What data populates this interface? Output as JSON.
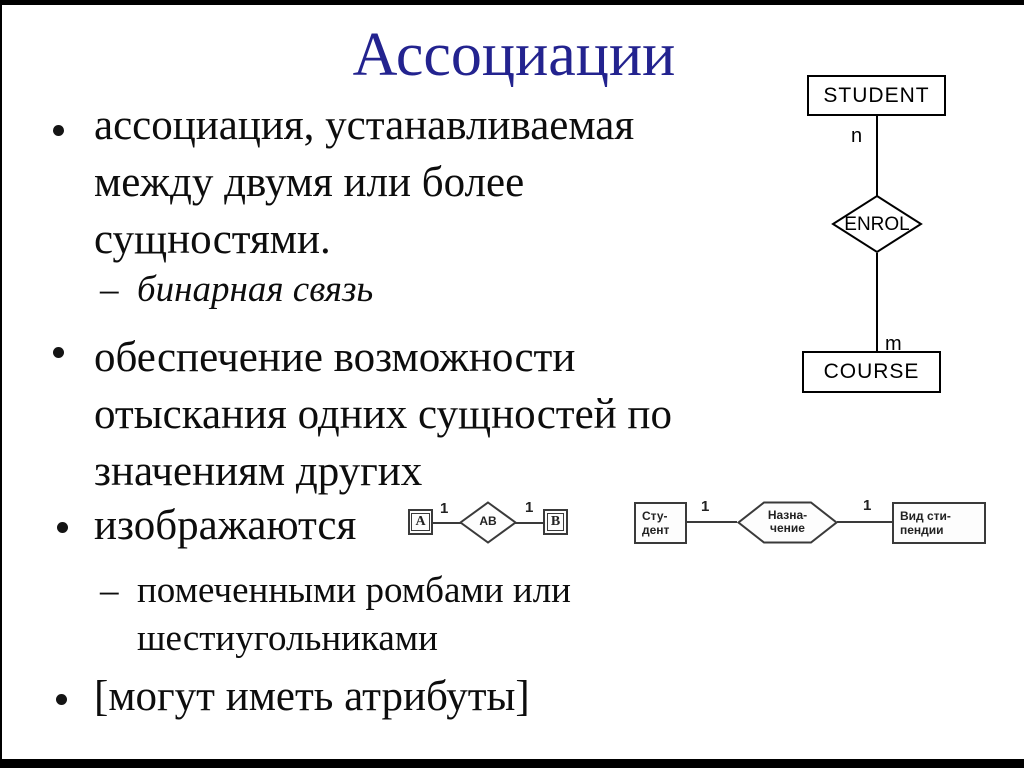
{
  "slide": {
    "title": "Ассоциации",
    "title_color": "#23238F",
    "background": "#ffffff",
    "frame_color": "#000000"
  },
  "bullets": {
    "dash_char": "–",
    "b1": {
      "lines": [
        "ассоциация, устанавливаемая",
        "между двумя или более",
        "сущностями."
      ]
    },
    "sub1": {
      "text": "бинарная связь"
    },
    "b2": {
      "lines": [
        "обеспечение возможности",
        "отыскания одних сущностей по",
        "значениям других"
      ]
    },
    "b3": {
      "text": "изображаются"
    },
    "sub2": {
      "lines": [
        "помеченными ромбами или",
        "шестиугольниками"
      ]
    },
    "b4": {
      "text": "[могут иметь атрибуты]"
    }
  },
  "er_diagram": {
    "entity_top": "STUDENT",
    "entity_bottom": "COURSE",
    "relation": "ENROL",
    "cardinality_top": "n",
    "cardinality_bottom": "m"
  },
  "mini_diagram_ab": {
    "left_entity": "A",
    "relation": "AB",
    "right_entity": "B",
    "left_cardinality": "1",
    "right_cardinality": "1"
  },
  "mini_diagram_ru": {
    "left_entity_lines": [
      "Сту-",
      "дент"
    ],
    "relation_lines": [
      "Назна-",
      "чение"
    ],
    "right_entity_lines": [
      "Вид сти-",
      "пендии"
    ],
    "left_cardinality": "1",
    "right_cardinality": "1"
  }
}
